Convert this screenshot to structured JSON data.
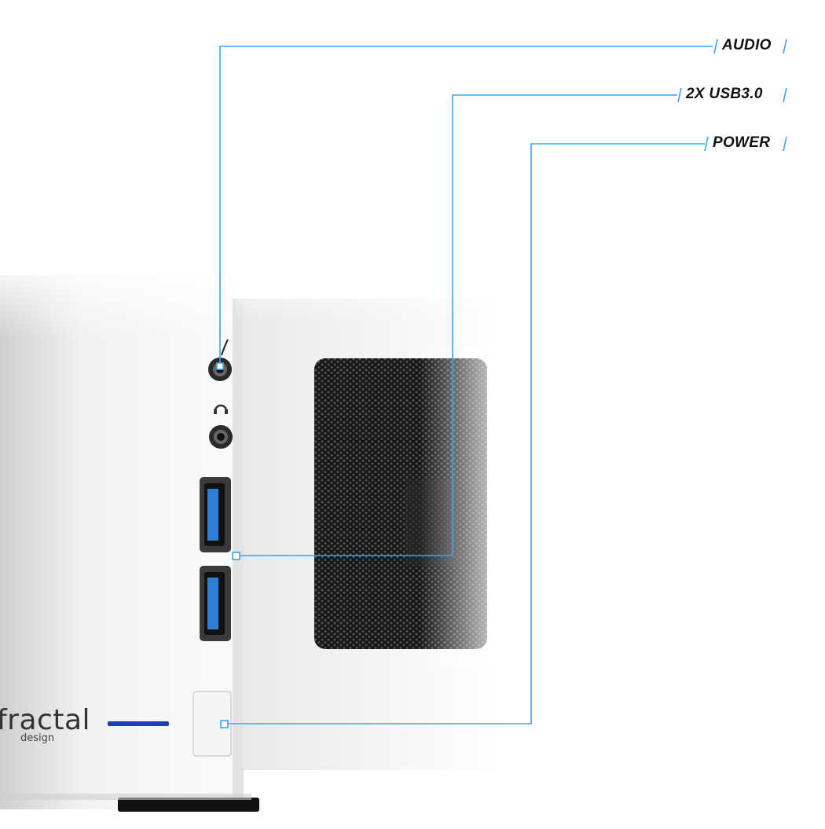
{
  "callouts": [
    {
      "id": "audio",
      "label": "AUDIO"
    },
    {
      "id": "usb",
      "label": "2X USB3.0"
    },
    {
      "id": "power",
      "label": "POWER"
    }
  ],
  "brand": {
    "name": "fractal",
    "sub": "design"
  },
  "colors": {
    "callout_line": "#3aa6e8",
    "case_white": "#ffffff",
    "case_shadow": "#dcdcdc",
    "mesh": "#1a1a1a",
    "usb_blue": "#2f7fd6",
    "power_led": "#1f3fae"
  }
}
